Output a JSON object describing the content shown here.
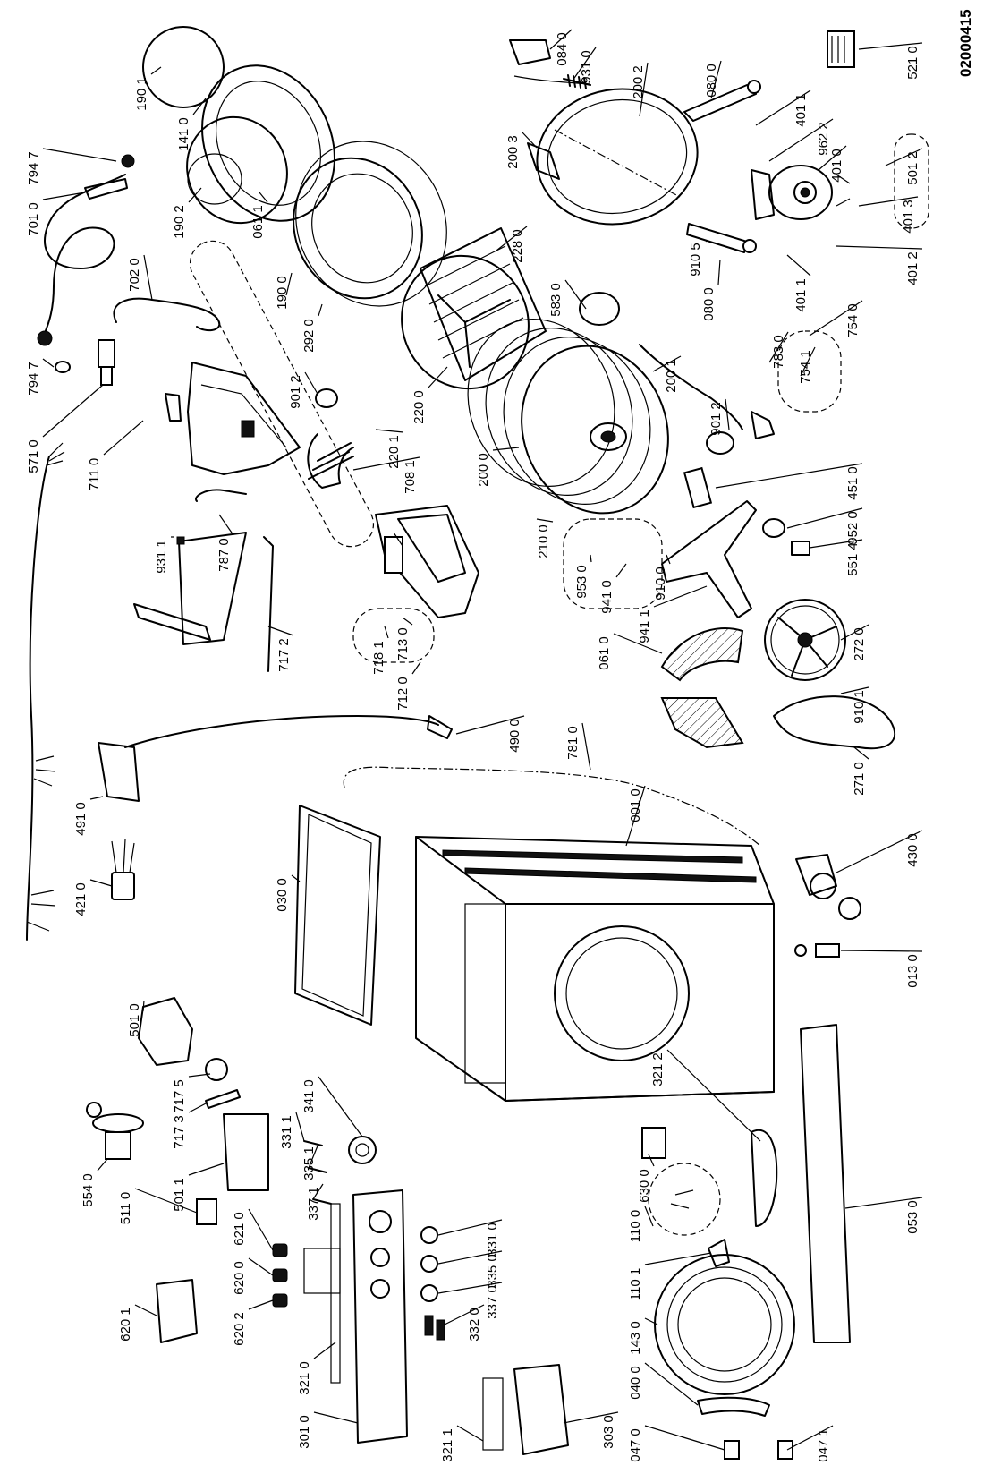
{
  "document_id": "02000415",
  "parts": [
    {
      "id": "190 1"
    },
    {
      "id": "141 0"
    },
    {
      "id": "190 2"
    },
    {
      "id": "061 1"
    },
    {
      "id": "794 7a",
      "text": "794 7"
    },
    {
      "id": "701 0"
    },
    {
      "id": "702 0"
    },
    {
      "id": "794 7b",
      "text": "794 7"
    },
    {
      "id": "571 0"
    },
    {
      "id": "711 0"
    },
    {
      "id": "931 1"
    },
    {
      "id": "787 0"
    },
    {
      "id": "717 2"
    },
    {
      "id": "190 0"
    },
    {
      "id": "292 0"
    },
    {
      "id": "228 0"
    },
    {
      "id": "220 0"
    },
    {
      "id": "220 1"
    },
    {
      "id": "901 2a",
      "text": "901 2"
    },
    {
      "id": "708 1"
    },
    {
      "id": "200 0"
    },
    {
      "id": "210 0"
    },
    {
      "id": "718 1"
    },
    {
      "id": "713 0"
    },
    {
      "id": "712 0"
    },
    {
      "id": "084 0"
    },
    {
      "id": "931 0"
    },
    {
      "id": "200 3"
    },
    {
      "id": "200 2"
    },
    {
      "id": "080 0a",
      "text": "080 0"
    },
    {
      "id": "401 1a",
      "text": "401 1"
    },
    {
      "id": "962 2"
    },
    {
      "id": "401 0"
    },
    {
      "id": "501 2"
    },
    {
      "id": "401 3"
    },
    {
      "id": "401 2"
    },
    {
      "id": "910 5"
    },
    {
      "id": "080 0b",
      "text": "080 0"
    },
    {
      "id": "401 1b",
      "text": "401 1"
    },
    {
      "id": "521 0"
    },
    {
      "id": "583 0"
    },
    {
      "id": "754 0"
    },
    {
      "id": "783 0"
    },
    {
      "id": "754 1"
    },
    {
      "id": "200 1"
    },
    {
      "id": "901 2b",
      "text": "901 2"
    },
    {
      "id": "451 0"
    },
    {
      "id": "952 0"
    },
    {
      "id": "551 4"
    },
    {
      "id": "953 0"
    },
    {
      "id": "941 0"
    },
    {
      "id": "910 0"
    },
    {
      "id": "941 1"
    },
    {
      "id": "272 0"
    },
    {
      "id": "910 1"
    },
    {
      "id": "061 0"
    },
    {
      "id": "271 0"
    },
    {
      "id": "490 0"
    },
    {
      "id": "781 0"
    },
    {
      "id": "491 0"
    },
    {
      "id": "421 0"
    },
    {
      "id": "030 0"
    },
    {
      "id": "001 0"
    },
    {
      "id": "430 0"
    },
    {
      "id": "013 0"
    },
    {
      "id": "053 0"
    },
    {
      "id": "501 0"
    },
    {
      "id": "717 5"
    },
    {
      "id": "717 3"
    },
    {
      "id": "554 0"
    },
    {
      "id": "501 1"
    },
    {
      "id": "341 0"
    },
    {
      "id": "331 1"
    },
    {
      "id": "335 1"
    },
    {
      "id": "337 1"
    },
    {
      "id": "331 0"
    },
    {
      "id": "335 0"
    },
    {
      "id": "337 0"
    },
    {
      "id": "332 0"
    },
    {
      "id": "511 0"
    },
    {
      "id": "621 0"
    },
    {
      "id": "620 0"
    },
    {
      "id": "620 2"
    },
    {
      "id": "620 1"
    },
    {
      "id": "321 0"
    },
    {
      "id": "301 0"
    },
    {
      "id": "321 1"
    },
    {
      "id": "303 0"
    },
    {
      "id": "630 0"
    },
    {
      "id": "321 2"
    },
    {
      "id": "110 0"
    },
    {
      "id": "110 1"
    },
    {
      "id": "143 0"
    },
    {
      "id": "040 0"
    },
    {
      "id": "047 0"
    },
    {
      "id": "047 1"
    }
  ]
}
